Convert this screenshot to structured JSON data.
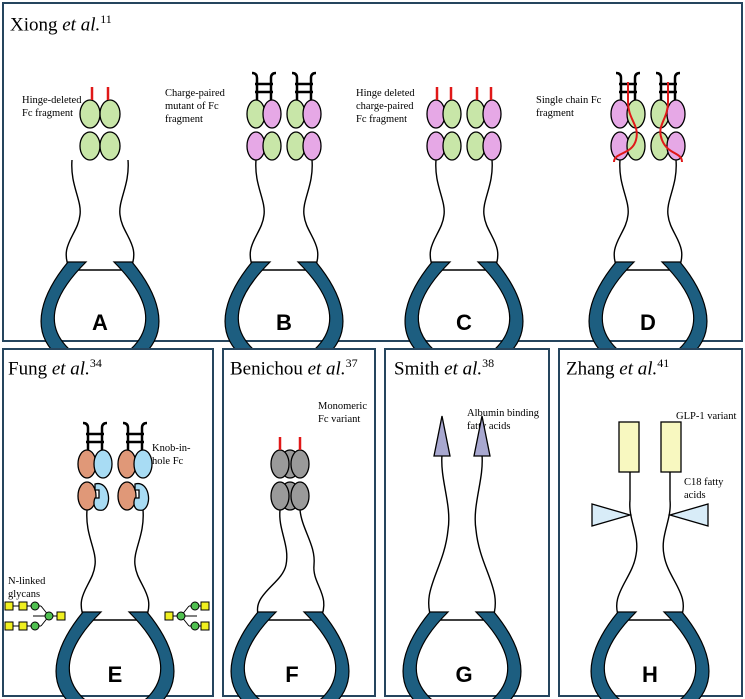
{
  "colors": {
    "border": "#25455e",
    "ribbon": "#1d5e80",
    "green": "#c8e6a8",
    "pink": "#e6a8e6",
    "gray": "#9a9a9a",
    "orange": "#e09878",
    "blue": "#a8dcf4",
    "purple": "#a8a8d0",
    "yellow": "#f8f8c0",
    "red": "#e01818"
  },
  "panels": {
    "top": {
      "author": "Xiong",
      "etal": "et al.",
      "ref": "11"
    },
    "e": {
      "author": "Fung",
      "etal": "et al.",
      "ref": "34"
    },
    "f": {
      "author": "Benichou",
      "etal": "et al.",
      "ref": "37"
    },
    "g": {
      "author": "Smith",
      "etal": "et al.",
      "ref": "38"
    },
    "h": {
      "author": "Zhang",
      "etal": "et al.",
      "ref": "41"
    }
  },
  "molecules": [
    {
      "letter": "A",
      "label": [
        "Hinge-deleted",
        "Fc fragment"
      ]
    },
    {
      "letter": "B",
      "label": [
        "Charge-paired",
        "mutant of Fc",
        "fragment"
      ]
    },
    {
      "letter": "C",
      "label": [
        "Hinge deleted",
        "charge-paired",
        "Fc fragment"
      ]
    },
    {
      "letter": "D",
      "label": [
        "Single chain Fc",
        "fragment"
      ]
    },
    {
      "letter": "E",
      "label": [
        "Knob-in-",
        "hole Fc"
      ],
      "label2": [
        "N-linked",
        "glycans"
      ]
    },
    {
      "letter": "F",
      "label": [
        "Monomeric",
        "Fc variant"
      ]
    },
    {
      "letter": "G",
      "label": [
        "Albumin binding",
        "fatty acids"
      ]
    },
    {
      "letter": "H",
      "label": [
        "GLP-1 variant"
      ],
      "label2": [
        "C18 fatty",
        "acids"
      ]
    }
  ]
}
